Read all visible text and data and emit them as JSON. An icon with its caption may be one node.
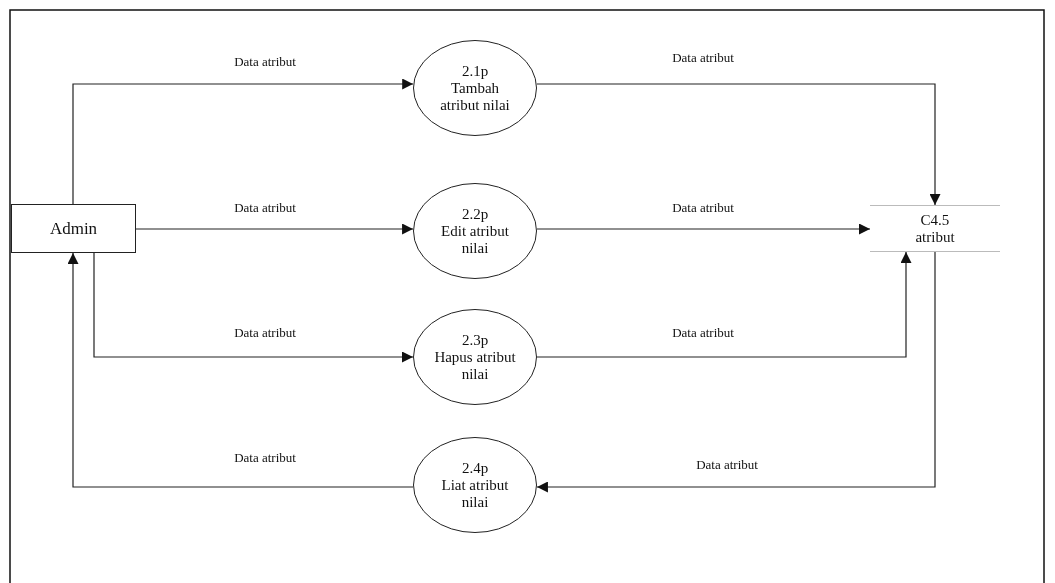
{
  "diagram": {
    "nodes": [
      {
        "text": [
          "Admin"
        ]
      },
      {
        "text": [
          "2.1p",
          "Tambah atribut nilai"
        ]
      },
      {
        "text": [
          "2.2p",
          "Edit atribut nilai"
        ]
      },
      {
        "text": [
          "2.3p",
          "Hapus atribut nilai"
        ]
      },
      {
        "text": [
          "2.4p",
          "Liat atribut nilai"
        ]
      },
      {
        "text": [
          "C4.5 atribut"
        ]
      }
    ],
    "edges": [
      {
        "from": 0,
        "to": 1,
        "arrow": "to",
        "label": "Data atribut"
      },
      {
        "from": 0,
        "to": 2,
        "arrow": "to",
        "label": "Data atribut"
      },
      {
        "from": 0,
        "to": 3,
        "arrow": "to",
        "label": "Data atribut"
      },
      {
        "from": 1,
        "to": 5,
        "arrow": "to",
        "label": "Data atribut"
      },
      {
        "from": 2,
        "to": 5,
        "arrow": "to",
        "label": "Data atribut"
      },
      {
        "from": 3,
        "to": 5,
        "arrow": "to",
        "label": "Data atribut"
      },
      {
        "from": 5,
        "to": 4,
        "arrow": "to",
        "label": "Data atribut"
      },
      {
        "from": 4,
        "to": 0,
        "arrow": "to",
        "label": "Data atribut"
      }
    ]
  }
}
